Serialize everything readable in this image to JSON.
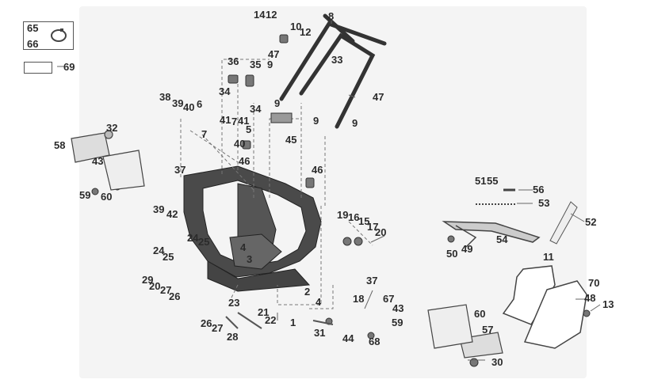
{
  "diagram": {
    "legend": {
      "clamp_callouts": [
        "65",
        "66"
      ],
      "label_callout": "69"
    },
    "callouts": [
      "14",
      "12",
      "8",
      "10",
      "12",
      "47",
      "33",
      "36",
      "35",
      "9",
      "34",
      "34",
      "9",
      "47",
      "9",
      "9",
      "38",
      "39",
      "40",
      "6",
      "41",
      "7",
      "41",
      "5",
      "7",
      "32",
      "58",
      "40",
      "45",
      "46",
      "43",
      "37",
      "46",
      "59",
      "60",
      "51",
      "55",
      "56",
      "53",
      "39",
      "42",
      "19",
      "16",
      "15",
      "17",
      "20",
      "52",
      "54",
      "50",
      "49",
      "11",
      "24",
      "25",
      "4",
      "24",
      "25",
      "3",
      "29",
      "20",
      "27",
      "26",
      "37",
      "2",
      "4",
      "18",
      "70",
      "48",
      "13",
      "67",
      "43",
      "23",
      "21",
      "60",
      "59",
      "57",
      "26",
      "27",
      "22",
      "1",
      "31",
      "44",
      "68",
      "28",
      "30"
    ]
  }
}
